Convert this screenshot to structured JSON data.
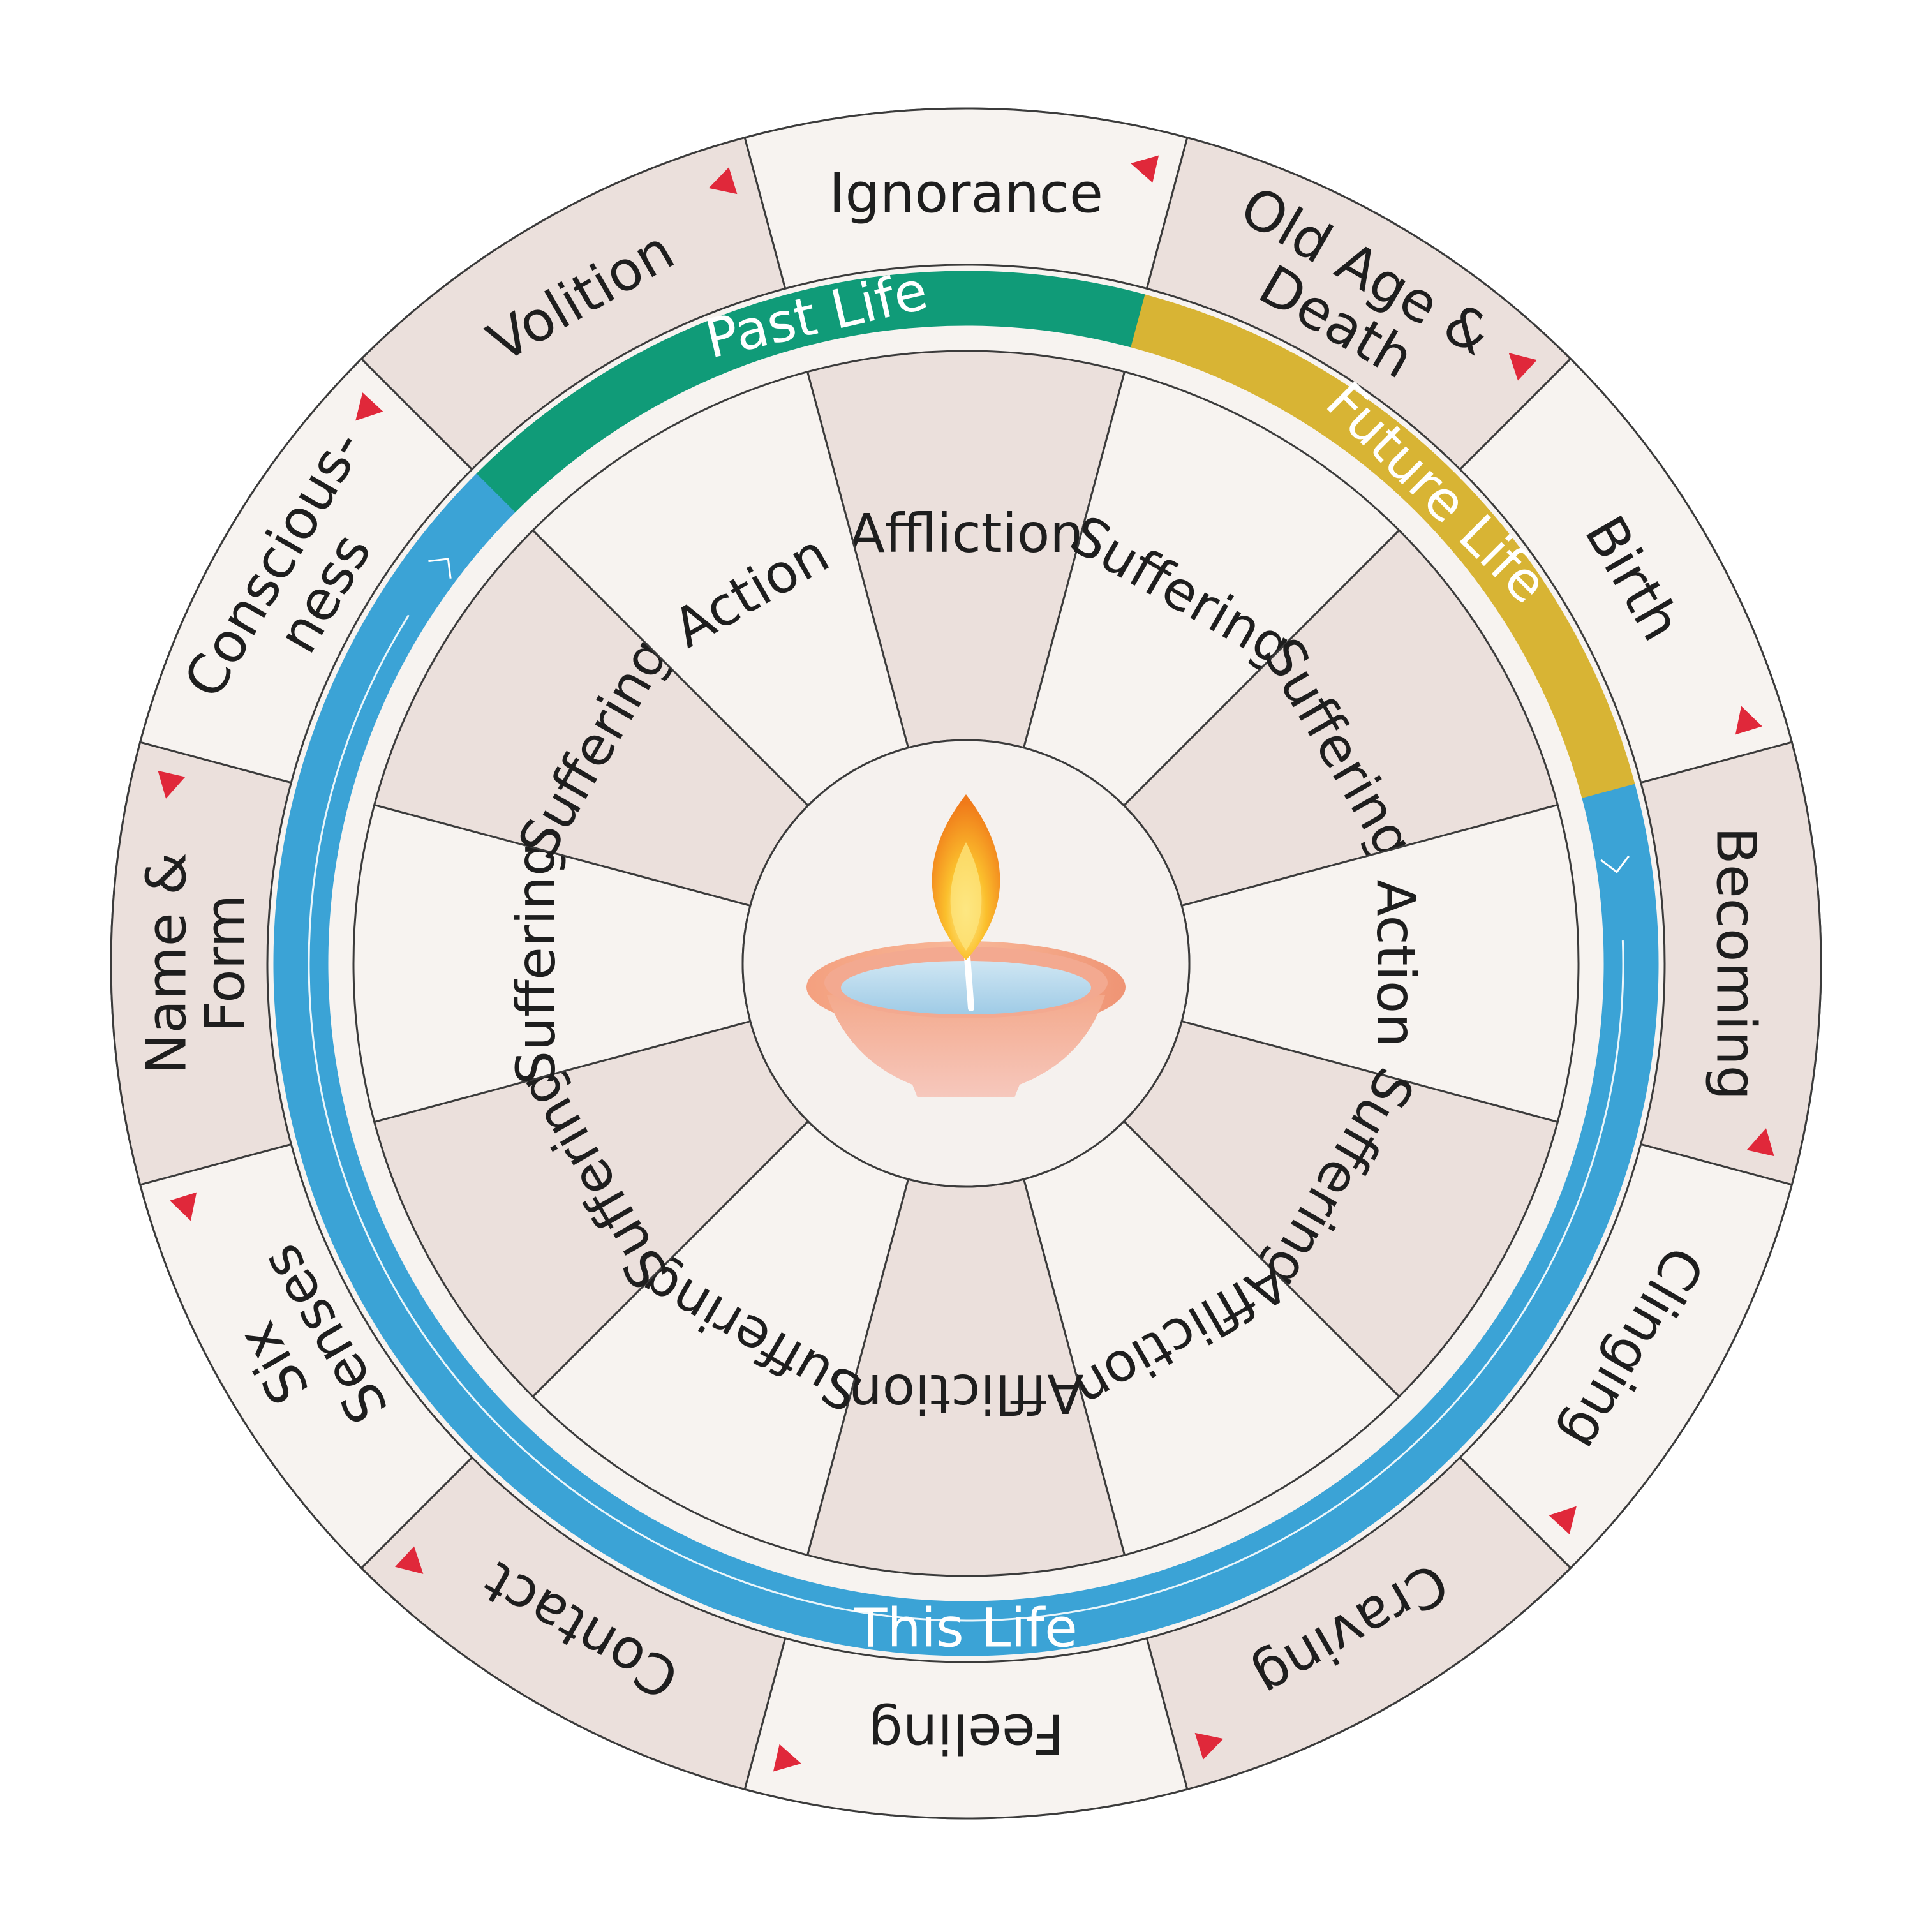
{
  "outer_ring": [
    {
      "label": "Ignorance"
    },
    {
      "label": "Old Age &\nDeath"
    },
    {
      "label": "Birth"
    },
    {
      "label": "Becoming"
    },
    {
      "label": "Clinging"
    },
    {
      "label": "Craving"
    },
    {
      "label": "Feeling"
    },
    {
      "label": "Contact"
    },
    {
      "label": "Six\nSenses"
    },
    {
      "label": "Name &\nForm"
    },
    {
      "label": "Conscious-\nness"
    },
    {
      "label": "Volition"
    }
  ],
  "inner_ring": [
    {
      "label": "Affliction"
    },
    {
      "label": "Suffering"
    },
    {
      "label": "Suffering"
    },
    {
      "label": "Action"
    },
    {
      "label": "Suffering"
    },
    {
      "label": "Affliction"
    },
    {
      "label": "Affliction"
    },
    {
      "label": "Suffering"
    },
    {
      "label": "Suffering"
    },
    {
      "label": "Suffering"
    },
    {
      "label": "Suffering"
    },
    {
      "label": "Action"
    }
  ],
  "bands": [
    {
      "label": "Past Life",
      "color": "#109b78",
      "text_color": "#ffffff"
    },
    {
      "label": "Future Life",
      "color": "#d8b434",
      "text_color": "#ffffff"
    },
    {
      "label": "This Life",
      "color": "#3ba3d6",
      "text_color": "#ffffff"
    }
  ],
  "colors": {
    "segment_dark": "#ebe0dc",
    "segment_light": "#f7f3f0",
    "arrow_marker": "#e0283a",
    "center_bg": "#f5f1ee"
  },
  "center_icon": "oil-lamp-icon"
}
